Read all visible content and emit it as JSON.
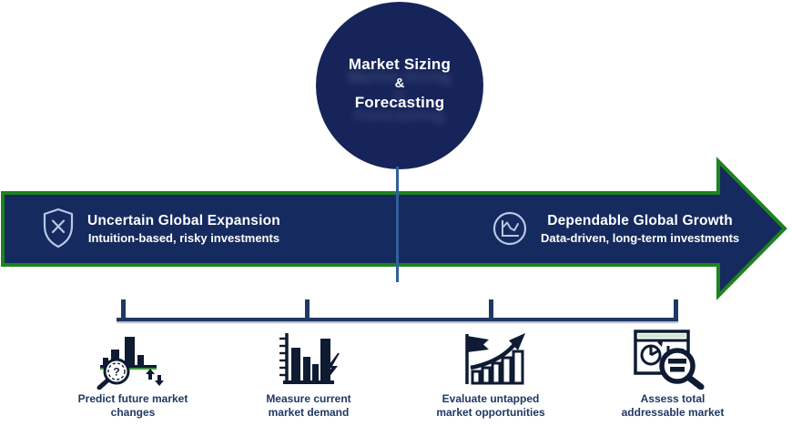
{
  "circle": {
    "line1": "Market Sizing",
    "line2": "&",
    "line3": "Forecasting"
  },
  "arrow": {
    "left_title": "Uncertain Global Expansion",
    "left_subtitle": "Intuition-based, risky investments",
    "right_title": "Dependable Global Growth",
    "right_subtitle": "Data-driven, long-term investments"
  },
  "steps": [
    {
      "line1": "Predict future market",
      "line2": "changes"
    },
    {
      "line1": "Measure current",
      "line2": "market demand"
    },
    {
      "line1": "Evaluate untapped",
      "line2": "market opportunities"
    },
    {
      "line1": "Assess total",
      "line2": "addressable market"
    }
  ],
  "icons": {
    "arrow_left": "shield-x-icon",
    "arrow_right": "trend-line-circle-icon",
    "step1": "bar-chart-magnifier-icon",
    "step2": "bar-chart-lightning-icon",
    "step3": "flag-growth-chart-icon",
    "step4": "dashboard-magnifier-icon"
  },
  "colors": {
    "circle_navy": "#17245A",
    "arrow_navy": "#152A5E",
    "arrow_border_green": "#1E821E",
    "connector_steel_blue": "#31609B",
    "bracket_navy": "#1F3864",
    "label_navy": "#1F3864",
    "icon_dark": "#0E1B33",
    "text_white": "#FFFFFF"
  }
}
